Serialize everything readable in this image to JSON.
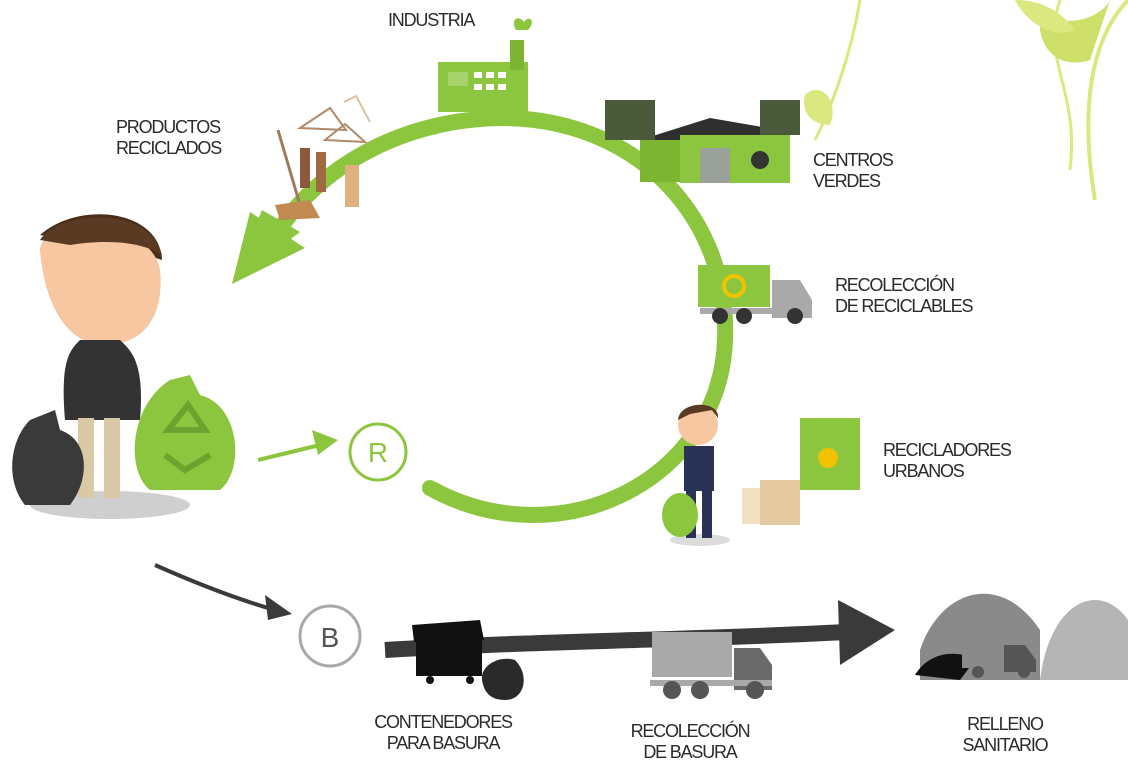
{
  "labels": {
    "industria": "INDUSTRIA",
    "productos": [
      "PRODUCTOS",
      "RECICLADOS"
    ],
    "centros": [
      "CENTROS",
      "VERDES"
    ],
    "recoleccion_reciclables": [
      "RECOLECCIÓN",
      "DE RECICLABLES"
    ],
    "recicladores": [
      "RECICLADORES",
      "URBANOS"
    ],
    "contenedores": [
      "CONTENEDORES",
      "PARA BASURA"
    ],
    "recoleccion_basura": [
      "RECOLECCIÓN",
      "DE BASURA"
    ],
    "relleno": [
      "RELLENO",
      "SANITARIO"
    ]
  },
  "badges": {
    "recycle": "R",
    "trash": "B"
  },
  "icons": [
    "factory-icon",
    "warehouse-icon",
    "recycling-truck-icon",
    "recycler-person-icon",
    "recycled-products-icon",
    "person-icon",
    "black-bag-icon",
    "green-bag-icon",
    "dumpster-icon",
    "garbage-truck-icon",
    "landfill-icon",
    "vine-leaves-icon"
  ],
  "colors": {
    "green": "#8cc63f",
    "light_green": "#a7d26c",
    "dark": "#3a3a3a",
    "gray": "#a9a9a9",
    "vine": "#dbe77f"
  }
}
